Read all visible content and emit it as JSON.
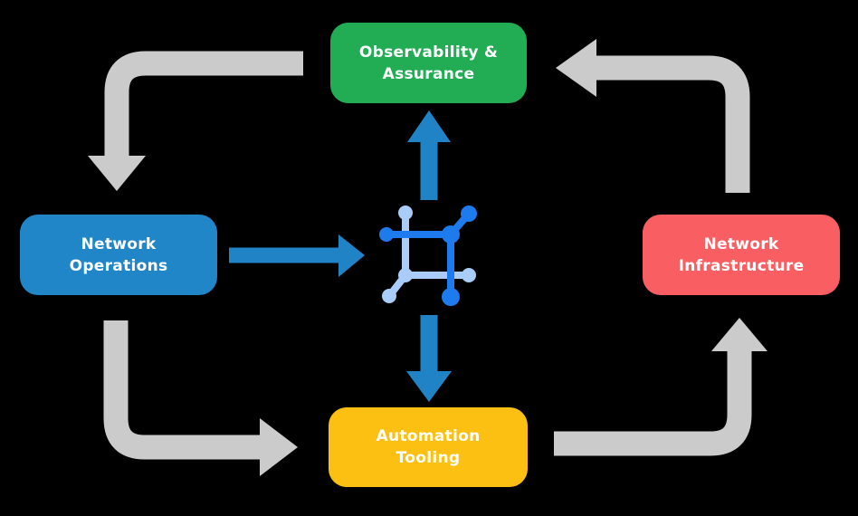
{
  "diagram": {
    "background_color": "#000000",
    "text_color": "#ffffff",
    "nodes": {
      "observability": {
        "lines": [
          "Observability &",
          "Assurance"
        ],
        "color": "#22AD55"
      },
      "operations": {
        "lines": [
          "Network",
          "Operations"
        ],
        "color": "#2086C7"
      },
      "infrastructure": {
        "lines": [
          "Network",
          "Infrastructure"
        ],
        "color": "#F95F62"
      },
      "automation": {
        "lines": [
          "Automation",
          "Tooling"
        ],
        "color": "#FCC013"
      }
    },
    "center_icon": {
      "name": "network-nodes-icon",
      "dark_color": "#1D7BEE",
      "light_color": "#A9CDF8"
    },
    "arrows": {
      "cycle_color": "#CBCBCB",
      "flow_color": "#2083C6",
      "cycle": [
        {
          "from": "Observability & Assurance",
          "to": "Network Operations"
        },
        {
          "from": "Network Operations",
          "to": "Automation Tooling"
        },
        {
          "from": "Automation Tooling",
          "to": "Network Infrastructure"
        },
        {
          "from": "Network Infrastructure",
          "to": "Observability & Assurance"
        }
      ],
      "flow": [
        {
          "from": "Network Operations",
          "to": "center-icon"
        },
        {
          "from": "center-icon",
          "to": "Observability & Assurance"
        },
        {
          "from": "center-icon",
          "to": "Automation Tooling"
        }
      ]
    }
  }
}
